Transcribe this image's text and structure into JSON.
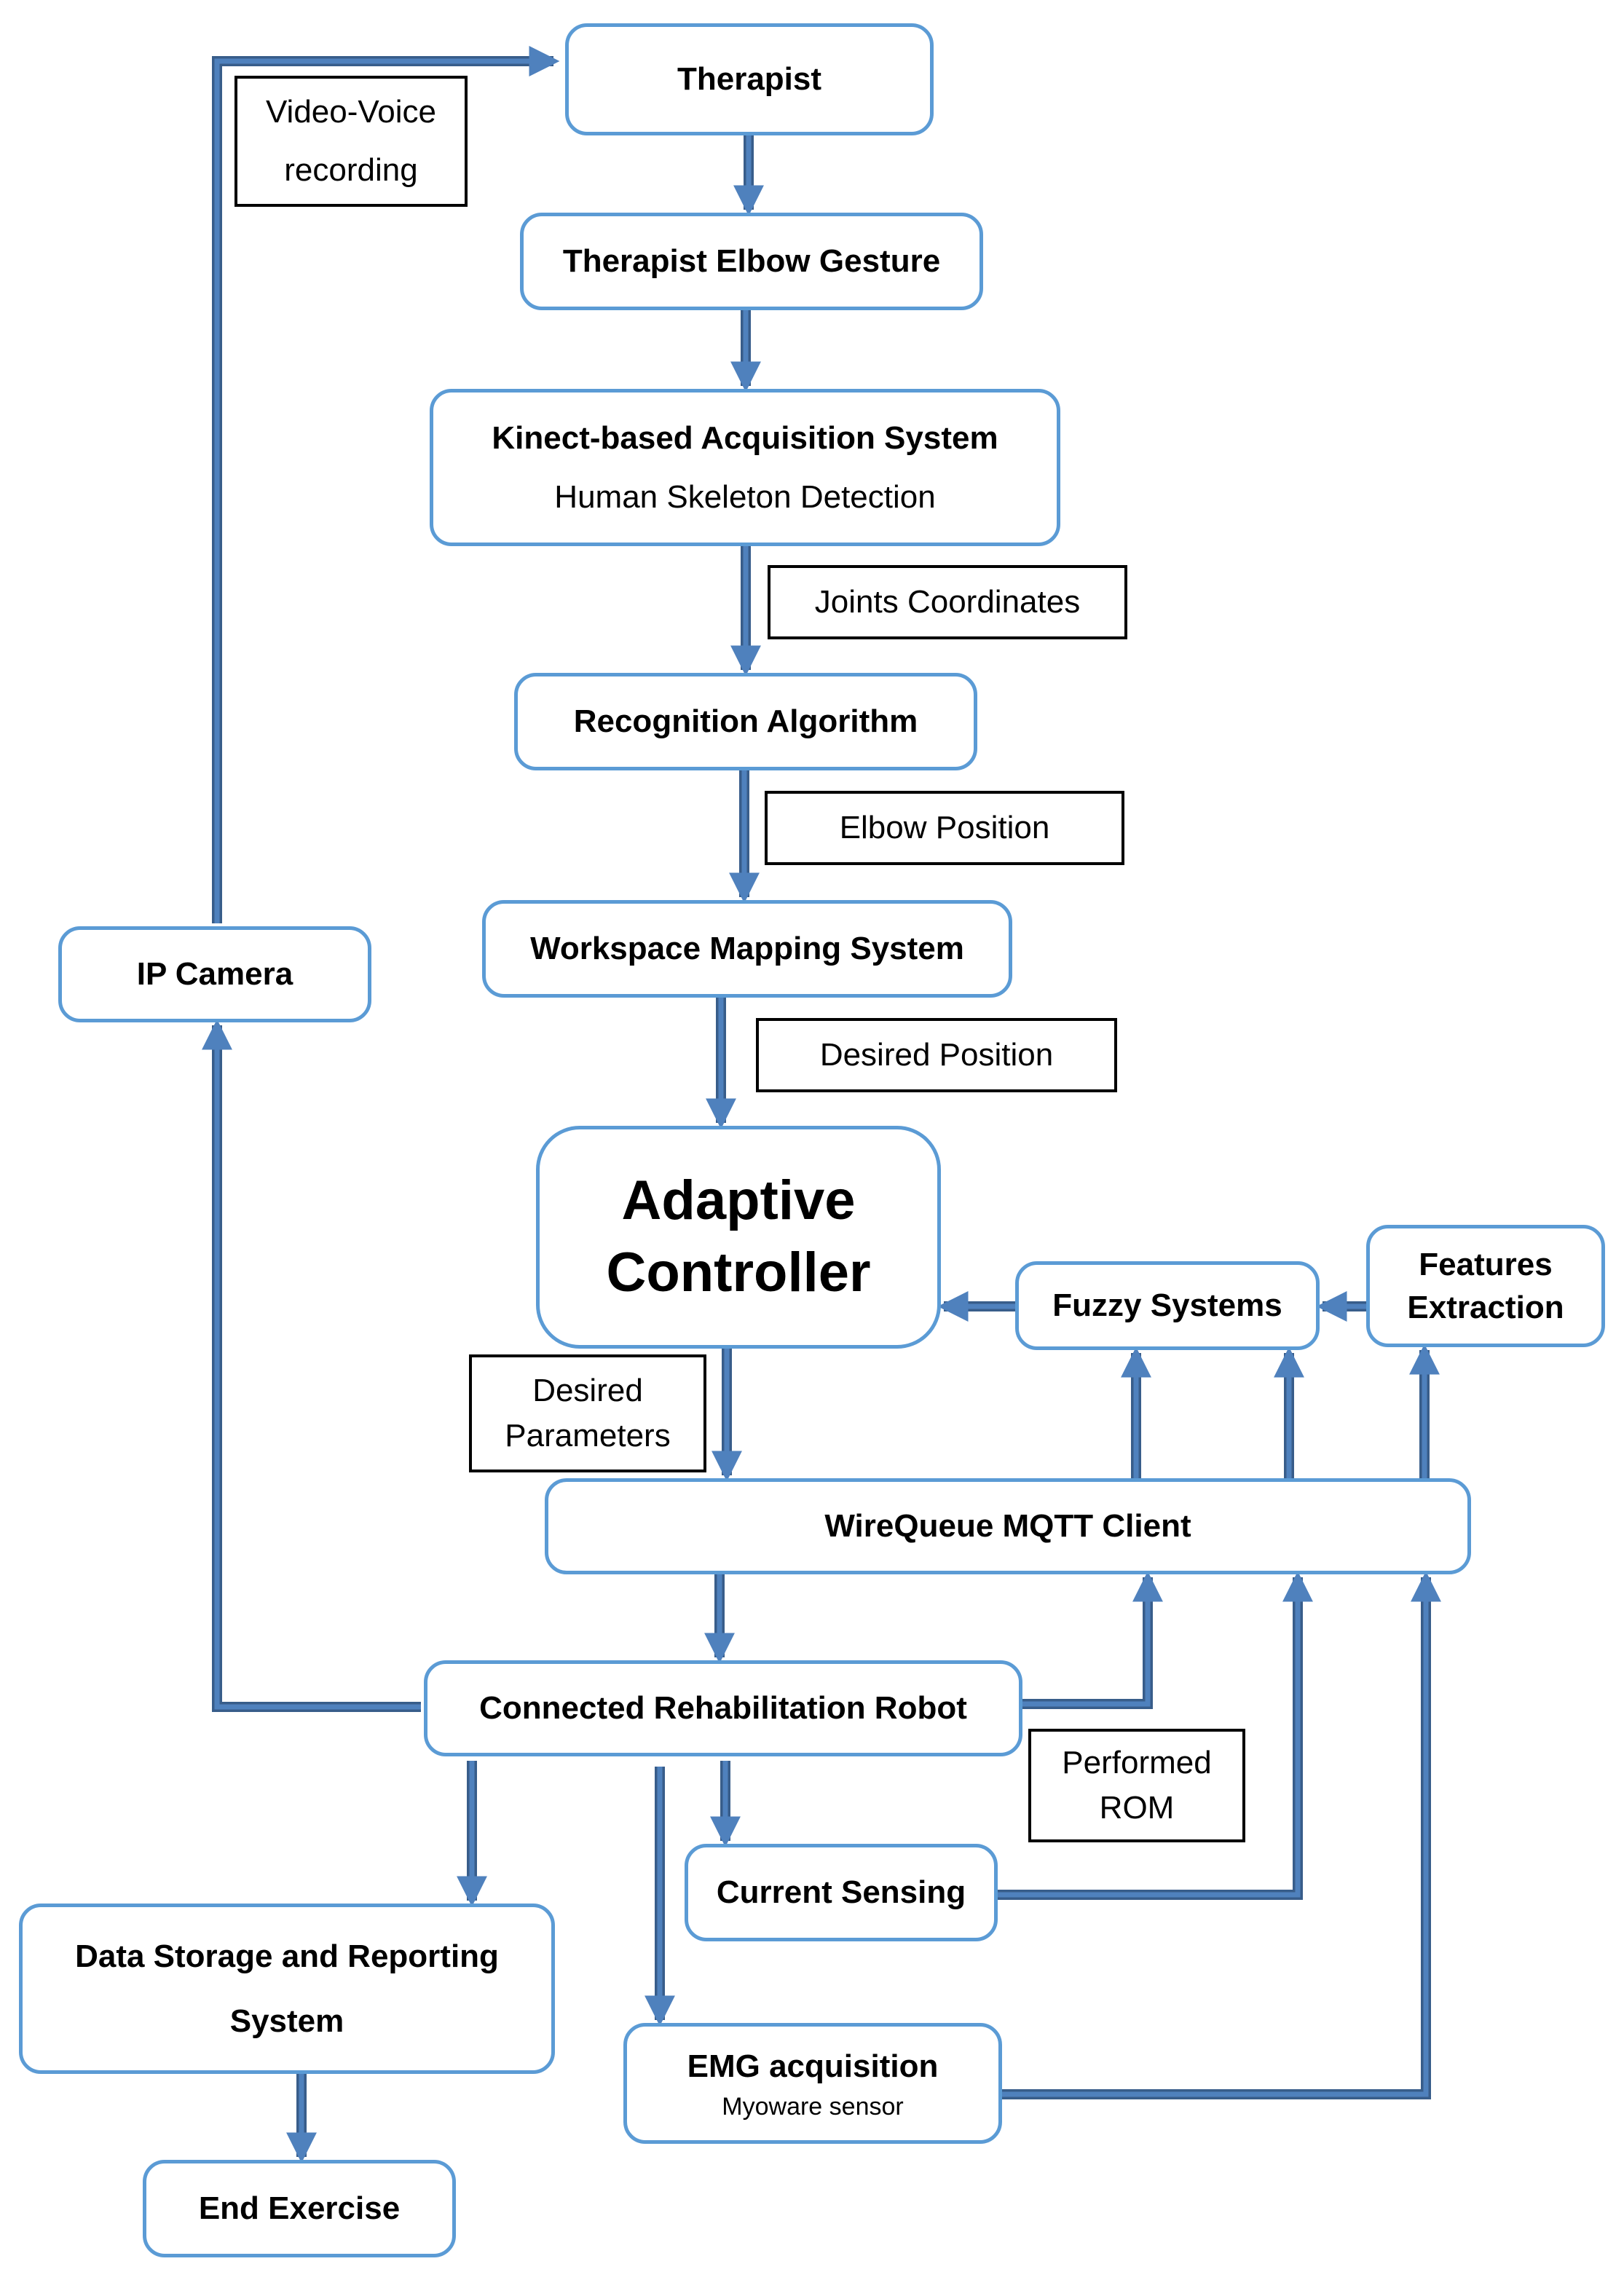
{
  "nodes": {
    "therapist": "Therapist",
    "elbow_gesture": "Therapist Elbow Gesture",
    "kinect_title": "Kinect-based Acquisition System",
    "kinect_sub": "Human Skeleton Detection",
    "recognition": "Recognition Algorithm",
    "workspace": "Workspace Mapping System",
    "adaptive_line1": "Adaptive",
    "adaptive_line2": "Controller",
    "fuzzy": "Fuzzy Systems",
    "features_line1": "Features",
    "features_line2": "Extraction",
    "mqtt": "WireQueue MQTT Client",
    "robot": "Connected Rehabilitation Robot",
    "ip_camera": "IP Camera",
    "current_sensing": "Current Sensing",
    "data_storage_line1": "Data Storage and Reporting",
    "data_storage_line2": "System",
    "emg_title": "EMG acquisition",
    "emg_sub": "Myoware sensor",
    "end_exercise": "End Exercise"
  },
  "labels": {
    "video_voice_line1": "Video-Voice",
    "video_voice_line2": "recording",
    "joints": "Joints Coordinates",
    "elbow_position": "Elbow Position",
    "desired_position": "Desired Position",
    "desired_params_line1": "Desired",
    "desired_params_line2": "Parameters",
    "performed_line1": "Performed",
    "performed_line2": "ROM"
  },
  "colors": {
    "box_border": "#5b9bd5",
    "arrow_fill": "#4f81bd",
    "arrow_edge": "#385d8a"
  }
}
